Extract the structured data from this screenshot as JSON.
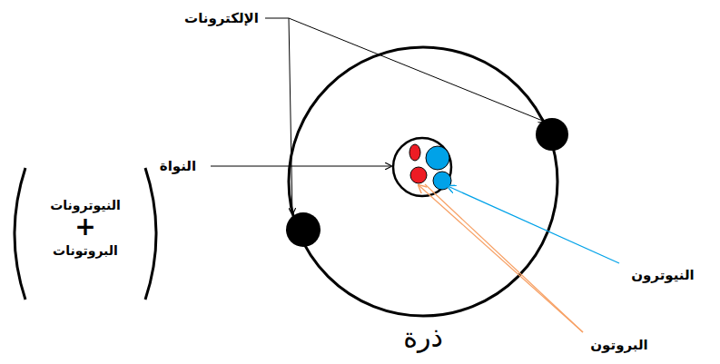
{
  "diagram": {
    "labels": [
      "الإلكترونات",
      "النواة",
      "النيوترونات",
      "+",
      "البروتونات",
      "النيوترون",
      "البروتون",
      "ذرة"
    ]
  }
}
